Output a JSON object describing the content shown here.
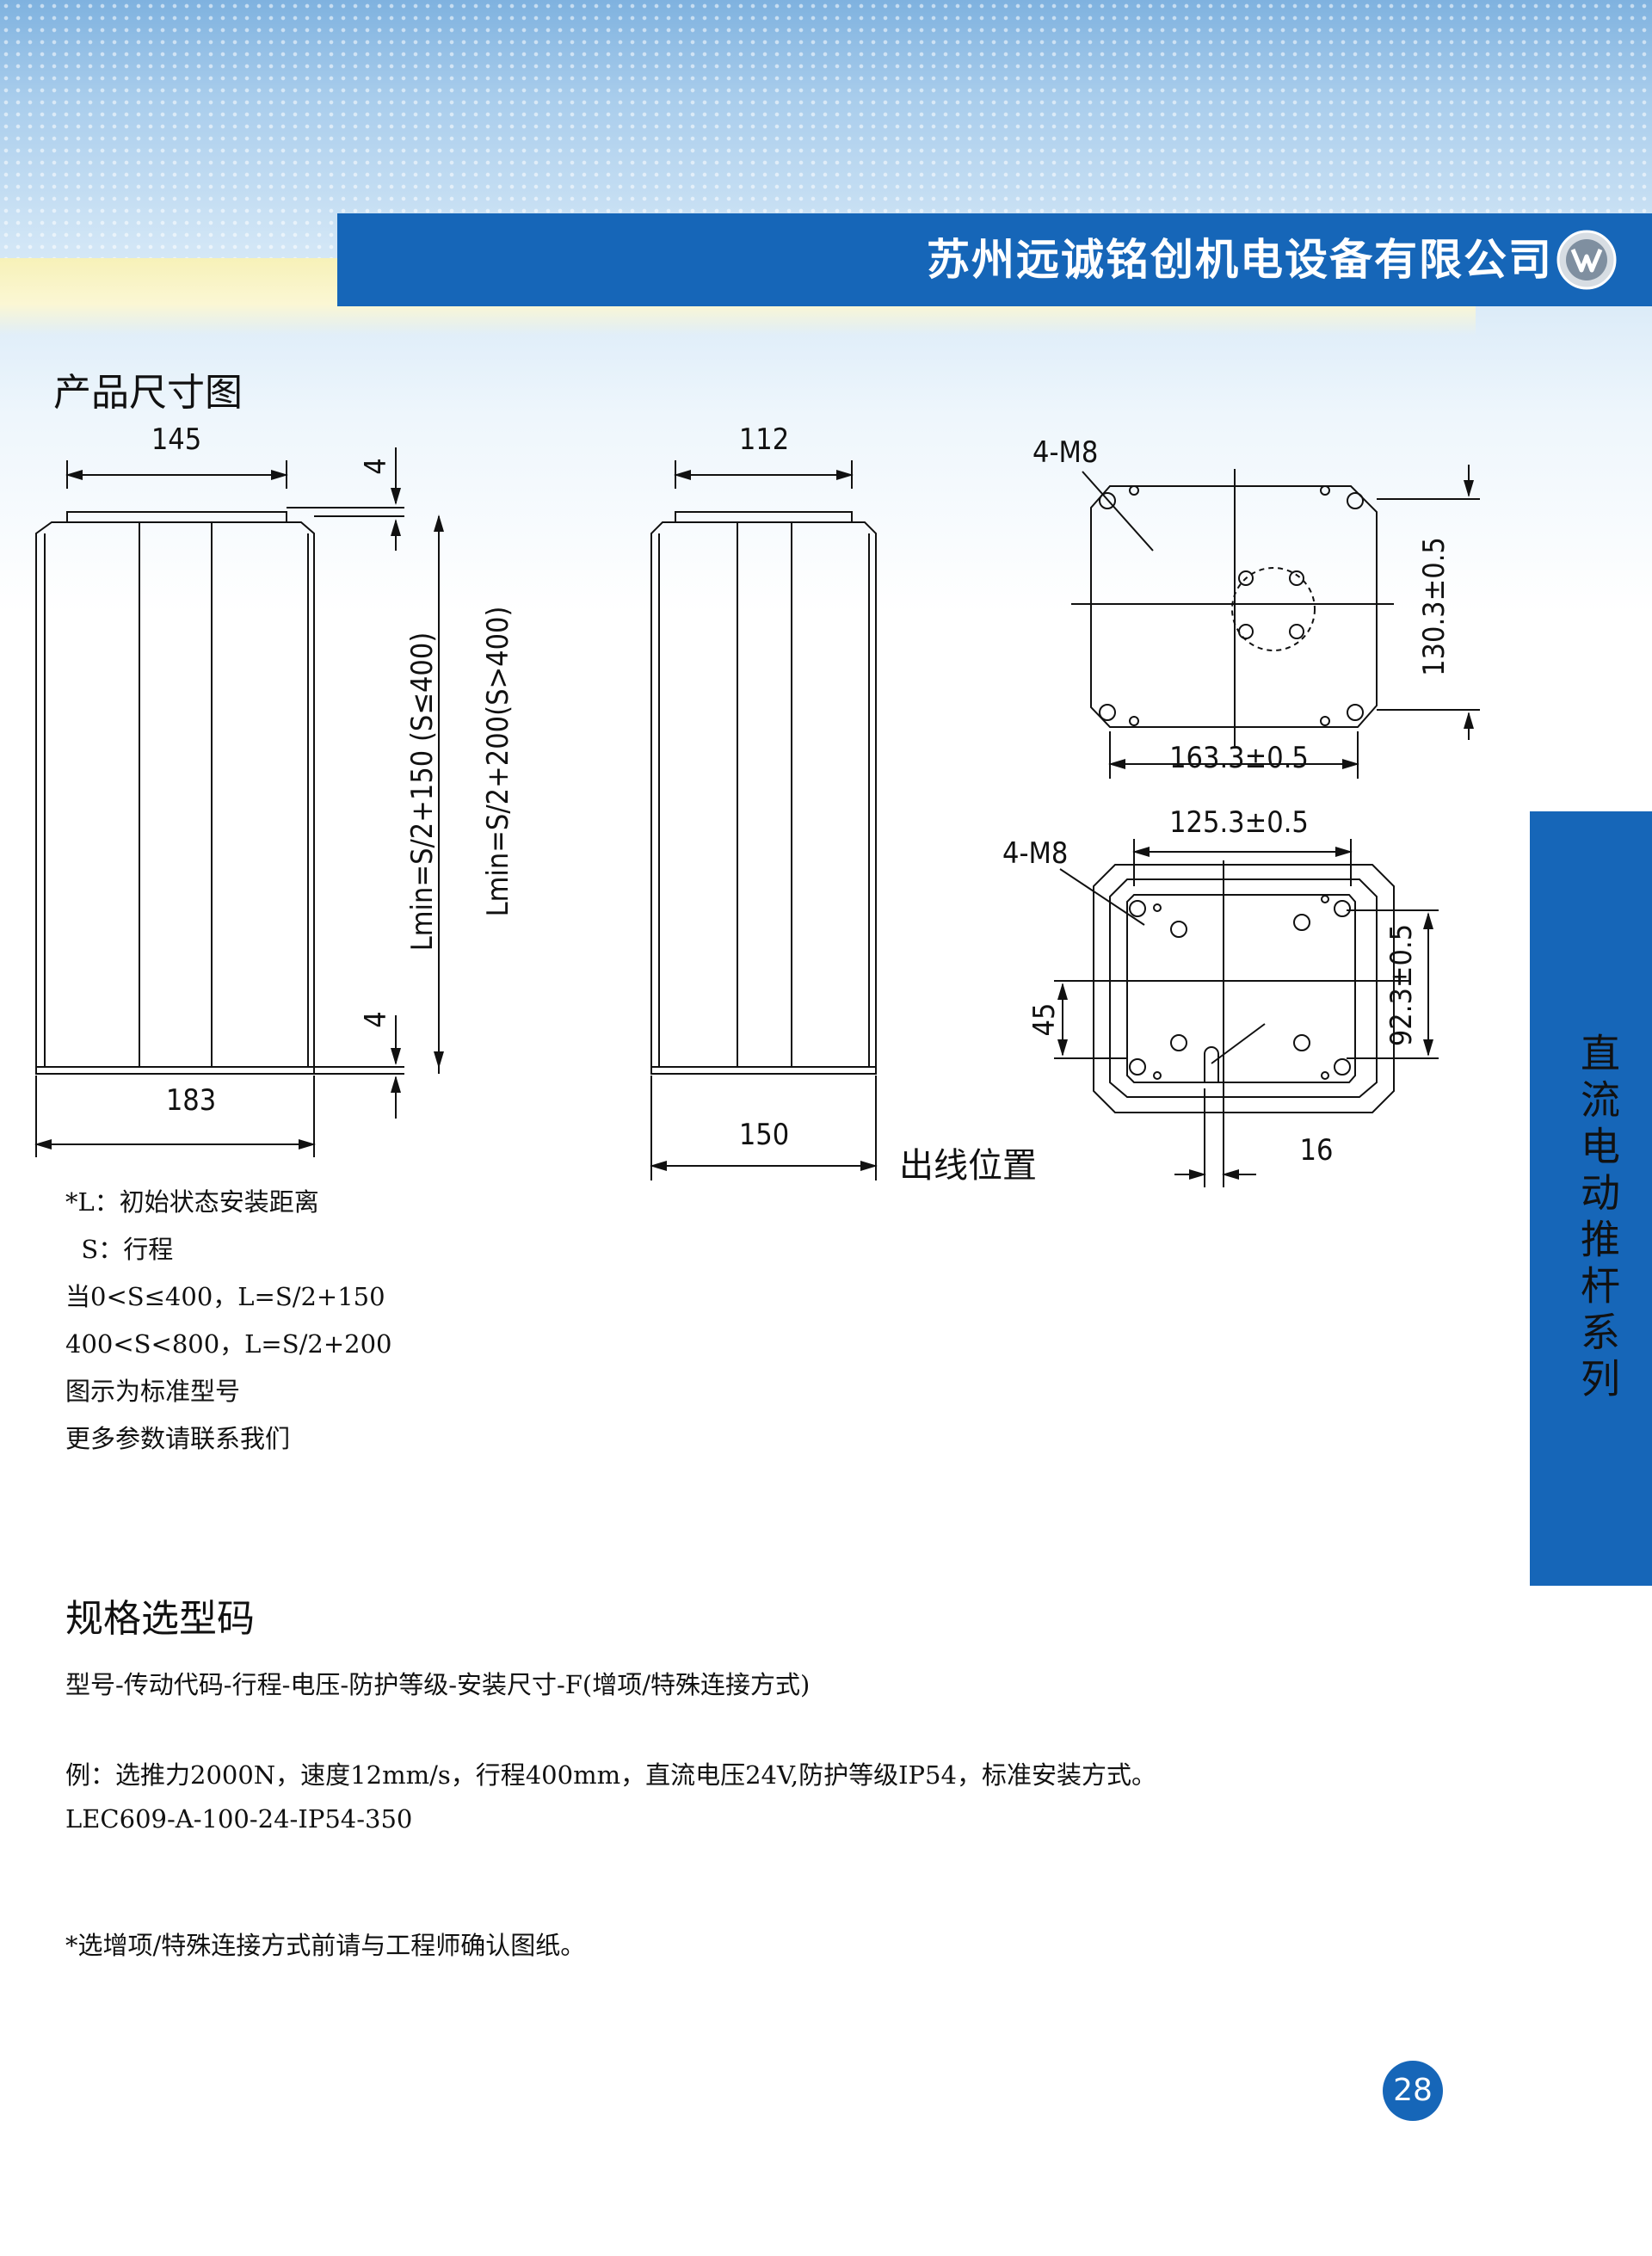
{
  "header": {
    "company": "苏州远诚铭创机电设备有限公司"
  },
  "side_tab": {
    "title": "直流电动推杆系列"
  },
  "section1": {
    "title": "产品尺寸图"
  },
  "drawing": {
    "front_width_top": "145",
    "front_width_bottom": "183",
    "front_gap_top": "4",
    "front_gap_bottom": "4",
    "length_1": "Lmin=S/2+150 (S≤400)",
    "length_2": "Lmin=S/2+200(S>400)",
    "side_width_top": "112",
    "side_width_bottom": "150",
    "wire_position": "出线位置",
    "top_view": {
      "thread": "4-M8",
      "height": "130.3±0.5",
      "width": "163.3±0.5"
    },
    "bottom_view": {
      "thread": "4-M8",
      "width": "125.3±0.5",
      "height": "92.3±0.5",
      "offset": "45",
      "slot": "16"
    }
  },
  "notes": [
    "*L：初始状态安装距离",
    "  S：行程",
    "当0<S≤400，L=S/2+150",
    "400<S<800，L=S/2+200",
    "图示为标准型号",
    "更多参数请联系我们"
  ],
  "section2": {
    "title": "规格选型码"
  },
  "spec": {
    "code_format": "型号-传动代码-行程-电压-防护等级-安装尺寸-F(增项/特殊连接方式)",
    "example": "例：选推力2000N，速度12mm/s，行程400mm，直流电压24V,防护等级IP54，标准安装方式。",
    "example_code": "LEC609-A-100-24-IP54-350",
    "footnote": "*选增项/特殊连接方式前请与工程师确认图纸。"
  },
  "page_number": "28",
  "colors": {
    "brand_blue": "#1666b8",
    "band_yellow": "#f7f1b8"
  }
}
